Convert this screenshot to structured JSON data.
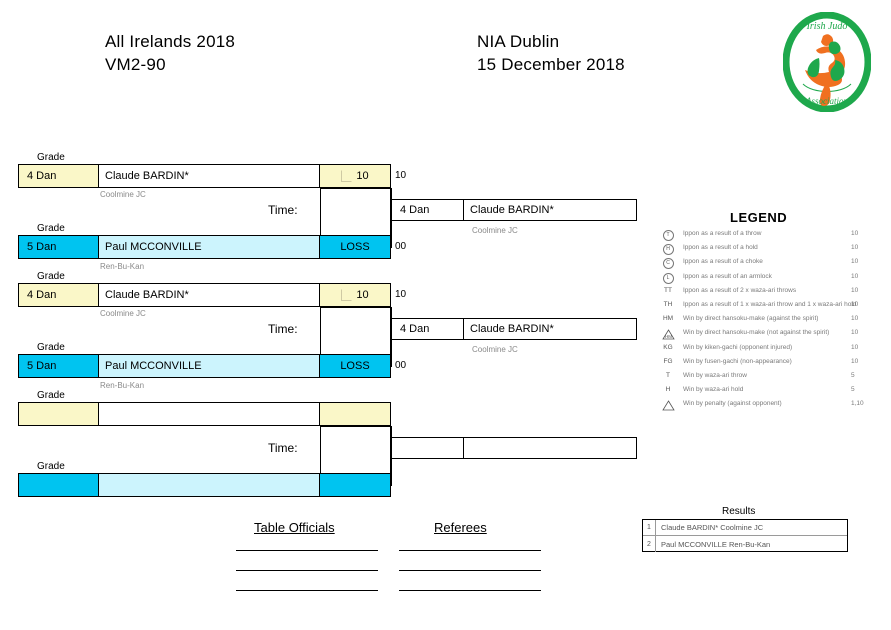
{
  "header": {
    "event": "All Irelands 2018",
    "category": "VM2-90",
    "venue": "NIA Dublin",
    "date": "15 December 2018",
    "logo": {
      "top_text": "Irish Judo",
      "bottom_text": "Association",
      "ring_color": "#1EA84C",
      "figure_color": "#F07020"
    }
  },
  "labels": {
    "grade": "Grade",
    "time": "Time:",
    "loss": "LOSS"
  },
  "colors": {
    "white_grade": "#FAF7C8",
    "blue_grade": "#00C4F0",
    "blue_row": "#CCF4FD"
  },
  "bracket": {
    "matches": [
      {
        "white": {
          "grade": "4 Dan",
          "name": "Claude BARDIN*",
          "club": "Coolmine JC",
          "score_cell": "10",
          "side_score": "10"
        },
        "blue": {
          "grade": "5 Dan",
          "name": "Paul MCCONVILLE",
          "club": "Ren-Bu-Kan",
          "score_cell": "LOSS",
          "side_score": "00"
        },
        "winner": {
          "grade": "4 Dan",
          "name": "Claude BARDIN*",
          "club": "Coolmine JC"
        }
      },
      {
        "white": {
          "grade": "4 Dan",
          "name": "Claude BARDIN*",
          "club": "Coolmine JC",
          "score_cell": "10",
          "side_score": "10"
        },
        "blue": {
          "grade": "5 Dan",
          "name": "Paul MCCONVILLE",
          "club": "Ren-Bu-Kan",
          "score_cell": "LOSS",
          "side_score": "00"
        },
        "winner": {
          "grade": "4 Dan",
          "name": "Claude BARDIN*",
          "club": "Coolmine JC"
        }
      },
      {
        "white": {
          "grade": "",
          "name": "",
          "club": "",
          "score_cell": "",
          "side_score": ""
        },
        "blue": {
          "grade": "",
          "name": "",
          "club": "",
          "score_cell": "",
          "side_score": ""
        },
        "winner": {
          "grade": "",
          "name": "",
          "club": ""
        }
      }
    ]
  },
  "legend": {
    "title": "LEGEND",
    "entries": [
      {
        "symbol": "T",
        "symbol_type": "circled",
        "text": "Ippon as a result of a throw",
        "value": "10"
      },
      {
        "symbol": "H",
        "symbol_type": "circled",
        "text": "Ippon as a result of a hold",
        "value": "10"
      },
      {
        "symbol": "C",
        "symbol_type": "circled",
        "text": "Ippon as a result of a choke",
        "value": "10"
      },
      {
        "symbol": "L",
        "symbol_type": "circled",
        "text": "Ippon as a result of an armlock",
        "value": "10"
      },
      {
        "symbol": "TT",
        "symbol_type": "text",
        "text": "Ippon as a result of 2 x waza-ari throws",
        "value": "10"
      },
      {
        "symbol": "TH",
        "symbol_type": "text",
        "text": "Ippon as a result of 1 x waza-ari throw and 1 x waza-ari hold",
        "value": "10"
      },
      {
        "symbol": "HM",
        "symbol_type": "text",
        "text": "Win by direct hansoku-make (against the spirit)",
        "value": "10"
      },
      {
        "symbol": "HM",
        "symbol_type": "triangle",
        "text": "Win by direct hansoku-make (not against the spirit)",
        "value": "10"
      },
      {
        "symbol": "KG",
        "symbol_type": "text",
        "text": "Win by kiken-gachi (opponent injured)",
        "value": "10"
      },
      {
        "symbol": "FG",
        "symbol_type": "text",
        "text": "Win by fusen-gachi (non-appearance)",
        "value": "10"
      },
      {
        "symbol": "T",
        "symbol_type": "text",
        "text": "Win by waza-ari throw",
        "value": "5"
      },
      {
        "symbol": "H",
        "symbol_type": "text",
        "text": "Win by waza-ari hold",
        "value": "5"
      },
      {
        "symbol": "",
        "symbol_type": "triangle",
        "text": "Win by penalty (against opponent)",
        "value": "1,10"
      }
    ]
  },
  "officials": {
    "table_officials_title": "Table Officials",
    "referees_title": "Referees",
    "line_count": 3
  },
  "results": {
    "title": "Results",
    "rows": [
      {
        "rank": "1",
        "text": "Claude BARDIN* Coolmine JC"
      },
      {
        "rank": "2",
        "text": "Paul MCCONVILLE Ren-Bu-Kan"
      }
    ]
  }
}
